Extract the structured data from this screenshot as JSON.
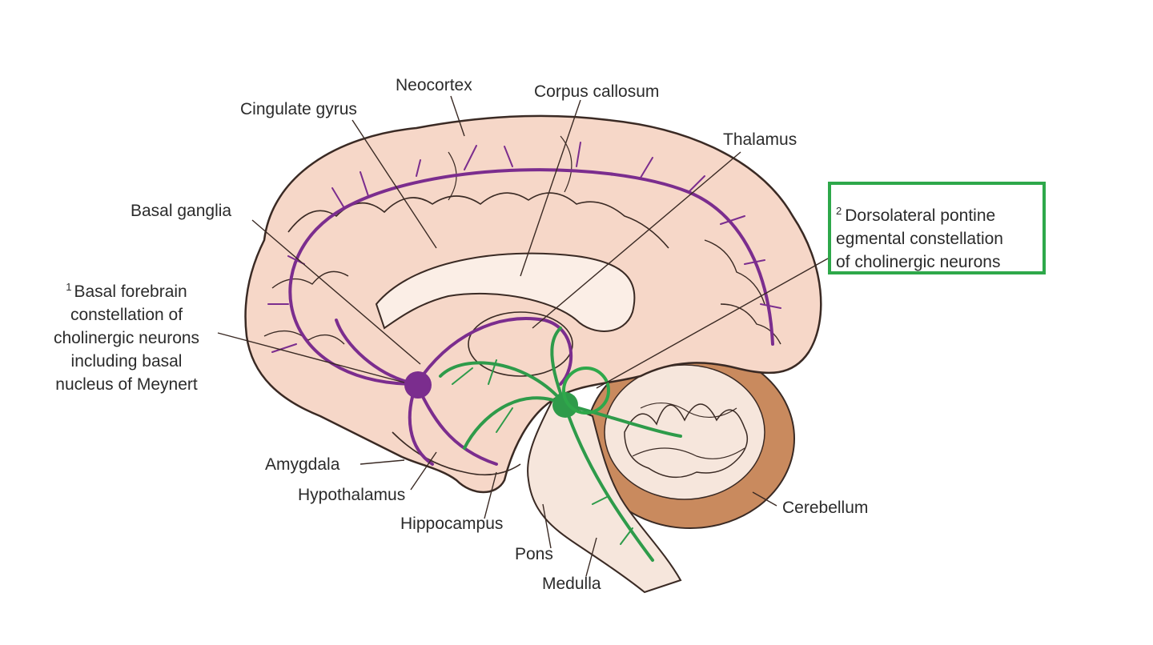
{
  "labels": {
    "neocortex": "Neocortex",
    "corpus_callosum": "Corpus callosum",
    "cingulate_gyrus": "Cingulate gyrus",
    "thalamus": "Thalamus",
    "basal_ganglia": "Basal ganglia",
    "amygdala": "Amygdala",
    "hypothalamus": "Hypothalamus",
    "hippocampus": "Hippocampus",
    "pons": "Pons",
    "medulla": "Medulla",
    "cerebellum": "Cerebellum"
  },
  "basal_forebrain": {
    "marker": "1",
    "lines": [
      "Basal forebrain",
      "constellation of",
      "cholinergic neurons",
      "including basal",
      "nucleus of Meynert"
    ]
  },
  "pontine": {
    "marker": "2",
    "lines": [
      "Dorsolateral pontine",
      "egmental constellation",
      "of cholinergic neurons"
    ]
  },
  "colors": {
    "cortex_fill": "#f6d7c8",
    "cortex_stroke": "#3a2a24",
    "basal_forebrain_pathway": "#7b2d8e",
    "pontine_pathway": "#2e9b4a",
    "callout_border": "#2ea84a",
    "cerebellum_fill": "#c98a5e",
    "label_text": "#2b2b2b"
  }
}
